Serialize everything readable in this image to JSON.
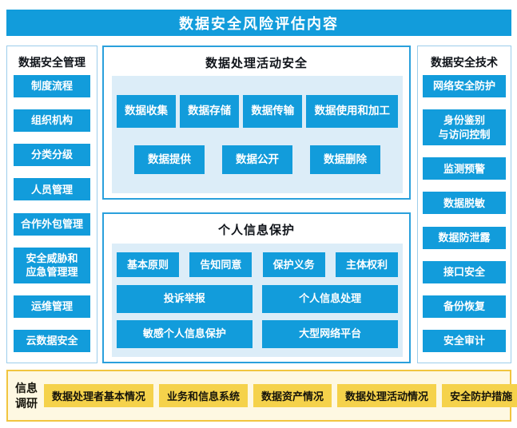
{
  "title": "数据安全风险评估内容",
  "management": {
    "title": "数据安全管理",
    "items": [
      "制度流程",
      "组织机构",
      "分类分级",
      "人员管理",
      "合作外包管理",
      "安全威胁和\n应急管理理",
      "运维管理",
      "云数据安全"
    ]
  },
  "processing": {
    "title": "数据处理活动安全",
    "rows": [
      [
        "数据收集",
        "数据存储",
        "数据传输",
        "数据使用和加工"
      ],
      [
        "数据提供",
        "数据公开",
        "数据删除"
      ]
    ]
  },
  "personal_info": {
    "title": "个人信息保护",
    "rows": [
      [
        "基本原则",
        "告知同意",
        "保护义务",
        "主体权利"
      ],
      [
        "投诉举报",
        "个人信息处理"
      ],
      [
        "敏感个人信息保护",
        "大型网络平台"
      ]
    ]
  },
  "technology": {
    "title": "数据安全技术",
    "items": [
      "网络安全防护",
      "身份鉴别\n与访问控制",
      "监测预警",
      "数据脱敏",
      "数据防泄露",
      "接口安全",
      "备份恢复",
      "安全审计"
    ]
  },
  "survey": {
    "label": "信息\n调研",
    "items": [
      "数据处理者基本情况",
      "业务和信息系统",
      "数据资产情况",
      "数据处理活动情况",
      "安全防护措施"
    ]
  },
  "colors": {
    "primary_blue": "#129CDB",
    "mid_border_blue": "#2AA0DC",
    "side_border_blue": "#9CCDEB",
    "panel_light_blue": "#DCEDF8",
    "survey_background": "#FEF8E2",
    "survey_border": "#F1C53F",
    "survey_chip_gold": "#F5D24B",
    "dark_text": "#111318",
    "white_text": "#FFFFFF"
  }
}
